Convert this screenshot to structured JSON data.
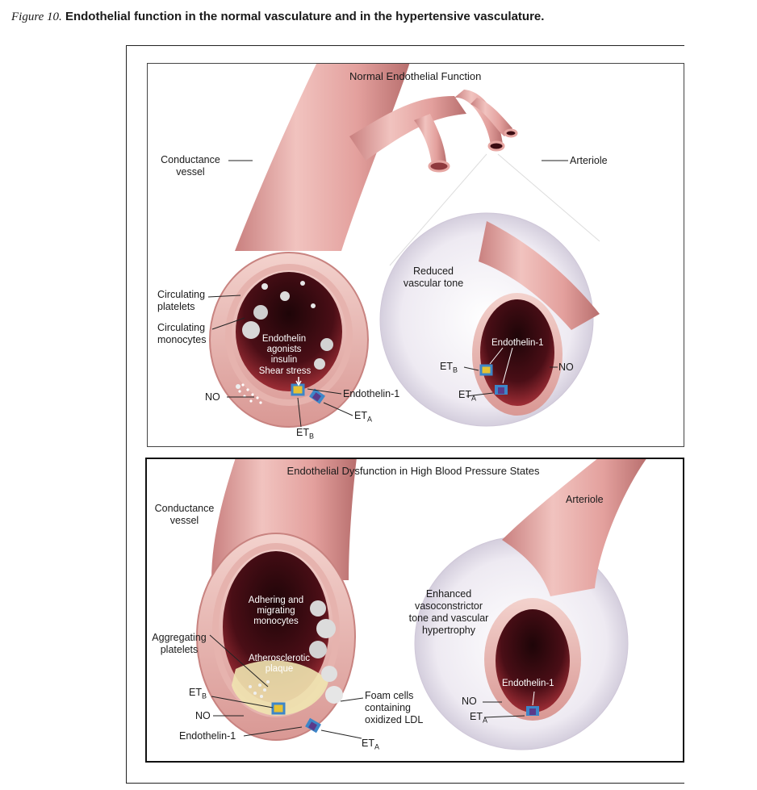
{
  "caption": {
    "label": "Figure 10.",
    "title": "Endothelial function in the normal vasculature and in the hypertensive vasculature."
  },
  "top_panel": {
    "title": "Normal Endothelial Function",
    "labels": {
      "conductance_vessel": "Conductance\nvessel",
      "arteriole": "Arteriole",
      "circulating_platelets": "Circulating\nplatelets",
      "circulating_monocytes": "Circulating\nmonocytes",
      "endothelin_agonists": "Endothelin\nagonists\ninsulin",
      "shear_stress": "Shear stress",
      "no": "NO",
      "endothelin_1": "Endothelin-1",
      "et_a": "ET",
      "et_a_sub": "A",
      "et_b": "ET",
      "et_b_sub": "B",
      "reduced_tone": "Reduced\nvascular tone",
      "inset_endothelin_1": "Endothelin-1",
      "inset_et_b": "ET",
      "inset_et_b_sub": "B",
      "inset_no": "NO",
      "inset_et_a": "ET",
      "inset_et_a_sub": "A"
    }
  },
  "bottom_panel": {
    "title": "Endothelial Dysfunction in High Blood Pressure States",
    "labels": {
      "conductance_vessel": "Conductance\nvessel",
      "arteriole": "Arteriole",
      "adhering_monocytes": "Adhering and\nmigrating\nmonocytes",
      "aggregating_platelets": "Aggregating\nplatelets",
      "atherosclerotic_plaque": "Atherosclerotic\nplaque",
      "et_b": "ET",
      "et_b_sub": "B",
      "no": "NO",
      "endothelin_1": "Endothelin-1",
      "foam_cells": "Foam cells\ncontaining\noxidized LDL",
      "et_a": "ET",
      "et_a_sub": "A",
      "enhanced_tone": "Enhanced\nvasoconstrictor\ntone and vascular\nhypertrophy",
      "inset_endothelin_1": "Endothelin-1",
      "inset_no": "NO",
      "inset_et_a": "ET",
      "inset_et_a_sub": "A"
    }
  },
  "colors": {
    "vessel": "#e7a3a0",
    "vessel_dark": "#c87a78",
    "lumen": "#3a0b12",
    "lumen_red": "#b0343c",
    "receptor_blue": "#3d86c8",
    "receptor_yellow": "#e6c233",
    "receptor_purple": "#5b3a8a"
  }
}
